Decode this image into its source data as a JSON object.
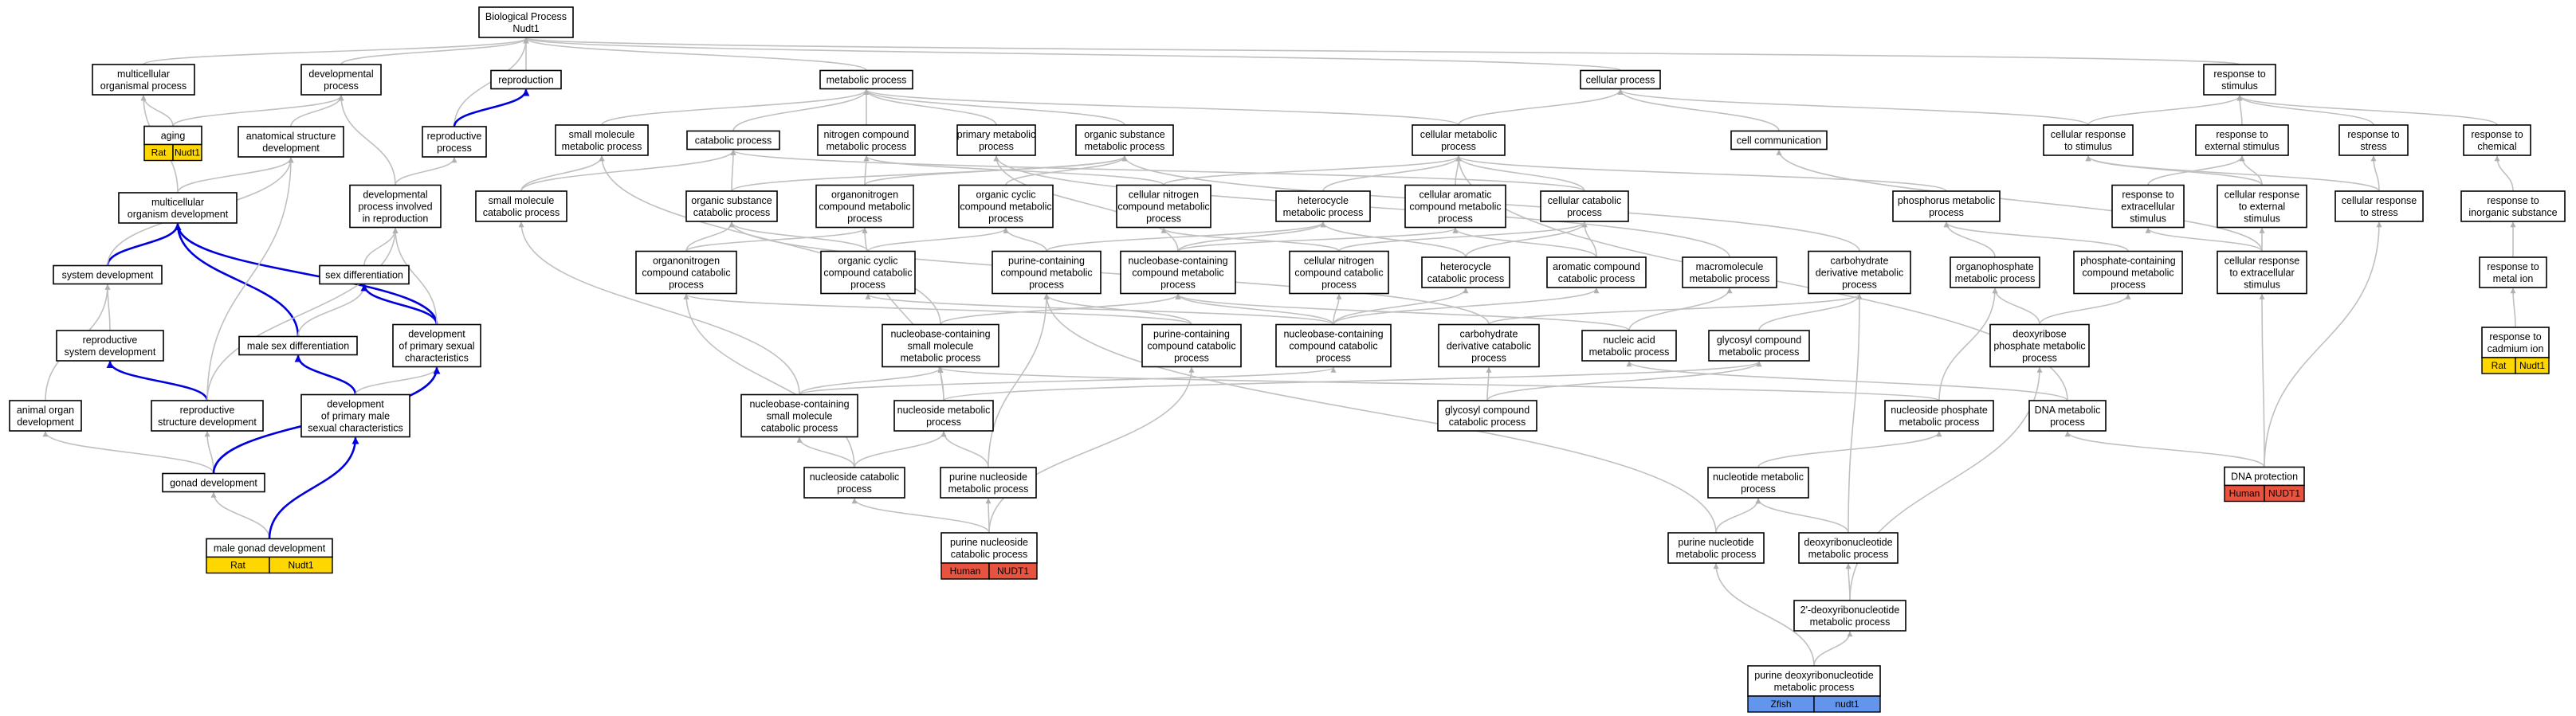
{
  "colors": {
    "edge": "#c0c0c0",
    "edge_blue": "#0000dd",
    "rat": "#ffd700",
    "human": "#e8533f",
    "zfish": "#6495ed"
  },
  "nodes": [
    {
      "id": "bp",
      "lines": [
        "Biological Process",
        "Nudt1"
      ]
    },
    {
      "id": "multicell",
      "lines": [
        "multicellular",
        "organismal process"
      ]
    },
    {
      "id": "devproc",
      "lines": [
        "developmental",
        "process"
      ]
    },
    {
      "id": "reproduction",
      "lines": [
        "reproduction"
      ]
    },
    {
      "id": "aging",
      "lines": [
        "aging"
      ],
      "ann": [
        {
          "label": "Rat",
          "color": "rat"
        },
        {
          "label": "Nudt1",
          "color": "rat"
        }
      ]
    },
    {
      "id": "anatstruct",
      "lines": [
        "anatomical structure",
        "development"
      ]
    },
    {
      "id": "reprodproc",
      "lines": [
        "reproductive",
        "process"
      ]
    },
    {
      "id": "mcorgdev",
      "lines": [
        "multicellular",
        "organism development"
      ]
    },
    {
      "id": "devinrepro",
      "lines": [
        "developmental",
        "process involved",
        "in reproduction"
      ]
    },
    {
      "id": "sysdev",
      "lines": [
        "system development"
      ]
    },
    {
      "id": "sexdiff",
      "lines": [
        "sex differentiation"
      ]
    },
    {
      "id": "reprosysdev",
      "lines": [
        "reproductive",
        "system development"
      ]
    },
    {
      "id": "malesexdiff",
      "lines": [
        "male sex differentiation"
      ]
    },
    {
      "id": "devprimsex",
      "lines": [
        "development",
        "of primary sexual",
        "characteristics"
      ]
    },
    {
      "id": "animorgan",
      "lines": [
        "animal organ",
        "development"
      ]
    },
    {
      "id": "reprostruct",
      "lines": [
        "reproductive",
        "structure development"
      ]
    },
    {
      "id": "devprimmale",
      "lines": [
        "development",
        "of primary male",
        "sexual characteristics"
      ]
    },
    {
      "id": "gonad",
      "lines": [
        "gonad development"
      ]
    },
    {
      "id": "malegonad",
      "lines": [
        "male gonad development"
      ],
      "ann": [
        {
          "label": "Rat",
          "color": "rat"
        },
        {
          "label": "Nudt1",
          "color": "rat"
        }
      ]
    },
    {
      "id": "metab",
      "lines": [
        "metabolic process"
      ]
    },
    {
      "id": "smallmol",
      "lines": [
        "small molecule",
        "metabolic process"
      ]
    },
    {
      "id": "catab",
      "lines": [
        "catabolic process"
      ]
    },
    {
      "id": "nitro",
      "lines": [
        "nitrogen compound",
        "metabolic process"
      ]
    },
    {
      "id": "primary",
      "lines": [
        "primary metabolic",
        "process"
      ]
    },
    {
      "id": "orgsub",
      "lines": [
        "organic substance",
        "metabolic process"
      ]
    },
    {
      "id": "smallmolcat",
      "lines": [
        "small molecule",
        "catabolic process"
      ]
    },
    {
      "id": "orgsubcat",
      "lines": [
        "organic substance",
        "catabolic process"
      ]
    },
    {
      "id": "organonitro",
      "lines": [
        "organonitrogen",
        "compound metabolic",
        "process"
      ]
    },
    {
      "id": "orgcyclic",
      "lines": [
        "organic cyclic",
        "compound metabolic",
        "process"
      ]
    },
    {
      "id": "cellnitro",
      "lines": [
        "cellular nitrogen",
        "compound metabolic",
        "process"
      ]
    },
    {
      "id": "organonitrocat",
      "lines": [
        "organonitrogen",
        "compound catabolic",
        "process"
      ]
    },
    {
      "id": "orgcycliccat",
      "lines": [
        "organic cyclic",
        "compound catabolic",
        "process"
      ]
    },
    {
      "id": "purinemet",
      "lines": [
        "purine-containing",
        "compound metabolic",
        "process"
      ]
    },
    {
      "id": "nucbasemet",
      "lines": [
        "nucleobase-containing",
        "compound metabolic",
        "process"
      ]
    },
    {
      "id": "cellnitrocat",
      "lines": [
        "cellular nitrogen",
        "compound catabolic",
        "process"
      ]
    },
    {
      "id": "nucbasesmall",
      "lines": [
        "nucleobase-containing",
        "small molecule",
        "metabolic process"
      ]
    },
    {
      "id": "purinecat",
      "lines": [
        "purine-containing",
        "compound catabolic",
        "process"
      ]
    },
    {
      "id": "nucbasecat",
      "lines": [
        "nucleobase-containing",
        "compound catabolic",
        "process"
      ]
    },
    {
      "id": "nucbasesmallcat",
      "lines": [
        "nucleobase-containing",
        "small molecule",
        "catabolic process"
      ]
    },
    {
      "id": "nucleoside",
      "lines": [
        "nucleoside metabolic",
        "process"
      ]
    },
    {
      "id": "nucleosidecat",
      "lines": [
        "nucleoside catabolic",
        "process"
      ]
    },
    {
      "id": "purinenucleoside",
      "lines": [
        "purine nucleoside",
        "metabolic process"
      ]
    },
    {
      "id": "purinenucleosidecat",
      "lines": [
        "purine nucleoside",
        "catabolic process"
      ],
      "ann": [
        {
          "label": "Human",
          "color": "human"
        },
        {
          "label": "NUDT1",
          "color": "human"
        }
      ]
    },
    {
      "id": "cellproc",
      "lines": [
        "cellular process"
      ]
    },
    {
      "id": "cellmetab",
      "lines": [
        "cellular metabolic",
        "process"
      ]
    },
    {
      "id": "cellcomm",
      "lines": [
        "cell communication"
      ]
    },
    {
      "id": "heterocycle",
      "lines": [
        "heterocycle",
        "metabolic process"
      ]
    },
    {
      "id": "cellarom",
      "lines": [
        "cellular aromatic",
        "compound metabolic",
        "process"
      ]
    },
    {
      "id": "cellcat",
      "lines": [
        "cellular catabolic",
        "process"
      ]
    },
    {
      "id": "heterocyclecat",
      "lines": [
        "heterocycle",
        "catabolic process"
      ]
    },
    {
      "id": "aromcat",
      "lines": [
        "aromatic compound",
        "catabolic process"
      ]
    },
    {
      "id": "macromol",
      "lines": [
        "macromolecule",
        "metabolic process"
      ]
    },
    {
      "id": "carbderiv",
      "lines": [
        "carbohydrate",
        "derivative metabolic",
        "process"
      ]
    },
    {
      "id": "carbderivcat",
      "lines": [
        "carbohydrate",
        "derivative catabolic",
        "process"
      ]
    },
    {
      "id": "nucleicacid",
      "lines": [
        "nucleic acid",
        "metabolic process"
      ]
    },
    {
      "id": "glycosyl",
      "lines": [
        "glycosyl compound",
        "metabolic process"
      ]
    },
    {
      "id": "glycosylcat",
      "lines": [
        "glycosyl compound",
        "catabolic process"
      ]
    },
    {
      "id": "phosphorus",
      "lines": [
        "phosphorus metabolic",
        "process"
      ]
    },
    {
      "id": "organophos",
      "lines": [
        "organophosphate",
        "metabolic process"
      ]
    },
    {
      "id": "phosphatecont",
      "lines": [
        "phosphate-containing",
        "compound metabolic",
        "process"
      ]
    },
    {
      "id": "deoxyribosephos",
      "lines": [
        "deoxyribose",
        "phosphate metabolic",
        "process"
      ]
    },
    {
      "id": "nucleotidephos",
      "lines": [
        "nucleoside phosphate",
        "metabolic process"
      ]
    },
    {
      "id": "dnametab",
      "lines": [
        "DNA metabolic",
        "process"
      ]
    },
    {
      "id": "nucleotide",
      "lines": [
        "nucleotide metabolic",
        "process"
      ]
    },
    {
      "id": "purinenucleotide",
      "lines": [
        "purine nucleotide",
        "metabolic process"
      ]
    },
    {
      "id": "deoxyribonuc",
      "lines": [
        "deoxyribonucleotide",
        "metabolic process"
      ]
    },
    {
      "id": "twodeoxy",
      "lines": [
        "2'-deoxyribonucleotide",
        "metabolic process"
      ]
    },
    {
      "id": "purinedeoxy",
      "lines": [
        "purine deoxyribonucleotide",
        "metabolic process"
      ],
      "ann": [
        {
          "label": "Zfish",
          "color": "zfish"
        },
        {
          "label": "nudt1",
          "color": "zfish"
        }
      ]
    },
    {
      "id": "dnaprot",
      "lines": [
        "DNA protection"
      ],
      "ann": [
        {
          "label": "Human",
          "color": "human"
        },
        {
          "label": "NUDT1",
          "color": "human"
        }
      ]
    },
    {
      "id": "respstim",
      "lines": [
        "response to",
        "stimulus"
      ]
    },
    {
      "id": "cellrespstim",
      "lines": [
        "cellular response",
        "to stimulus"
      ]
    },
    {
      "id": "respext",
      "lines": [
        "response to",
        "external stimulus"
      ]
    },
    {
      "id": "respstress",
      "lines": [
        "response to",
        "stress"
      ]
    },
    {
      "id": "respchem",
      "lines": [
        "response to",
        "chemical"
      ]
    },
    {
      "id": "respextra",
      "lines": [
        "response to",
        "extracellular",
        "stimulus"
      ]
    },
    {
      "id": "cellrespext",
      "lines": [
        "cellular response",
        "to external",
        "stimulus"
      ]
    },
    {
      "id": "cellrespstress",
      "lines": [
        "cellular response",
        "to stress"
      ]
    },
    {
      "id": "respinorg",
      "lines": [
        "response to",
        "inorganic substance"
      ]
    },
    {
      "id": "cellrespextra",
      "lines": [
        "cellular response",
        "to extracellular",
        "stimulus"
      ]
    },
    {
      "id": "respmetal",
      "lines": [
        "response to",
        "metal ion"
      ]
    },
    {
      "id": "respcadmium",
      "lines": [
        "response to",
        "cadmium ion"
      ],
      "ann": [
        {
          "label": "Rat",
          "color": "rat"
        },
        {
          "label": "Nudt1",
          "color": "rat"
        }
      ]
    }
  ]
}
